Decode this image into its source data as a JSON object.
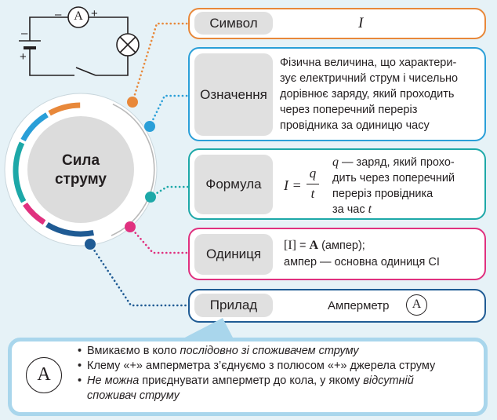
{
  "central": {
    "title_line1": "Сила",
    "title_line2": "струму"
  },
  "circuit": {
    "ammeter_letter": "A",
    "minus_sign": "–",
    "plus_sign": "+",
    "battery_minus": "–",
    "battery_plus": "+"
  },
  "rows": {
    "symbol": {
      "tag": "Символ",
      "value": "I"
    },
    "definition": {
      "tag": "Означення",
      "lines": [
        "Фізична величина, що характери-",
        "зує електричний струм і чисельно",
        "дорівнює заряду, який проходить",
        "через поперечний переріз",
        "провідника за одиницю часу"
      ]
    },
    "formula": {
      "tag": "Формула",
      "lhs": "I =",
      "numerator": "q",
      "denominator": "t",
      "q_symbol": "q",
      "desc_line1_rest": " — заряд, який прохо-",
      "desc_line2": "дить через поперечний",
      "desc_line3": "переріз провідника",
      "desc_line4_prefix": "за час ",
      "t_symbol": "t"
    },
    "unit": {
      "tag": "Одиниця",
      "line1_bracket": "[I]",
      "line1_eq": " = ",
      "line1_A": "A",
      "line1_rest": " (ампер);",
      "line2": "ампер — основна одиниця СІ"
    },
    "device": {
      "tag": "Прилад",
      "value": "Амперметр",
      "symbol_letter": "A"
    }
  },
  "notes": {
    "symbol_letter": "A",
    "item1_plain": "Вмикаємо в коло ",
    "item1_italic": "послідовно зі споживачем струму",
    "item2": "Клему «+» амперметра з’єднуємо з полюсом «+» джерела струму",
    "item3_italic_a": "Не можна",
    "item3_plain": " приєднувати амперметр до кола, у якому ",
    "item3_italic_b": "відсутній",
    "item3_line2_italic": "споживач струму"
  },
  "colors": {
    "orange": "#e8883a",
    "blue": "#2a9fd8",
    "teal": "#1da8a8",
    "pink": "#e0317f",
    "navy": "#1f5b94",
    "light_blue": "#a9d6ec"
  }
}
